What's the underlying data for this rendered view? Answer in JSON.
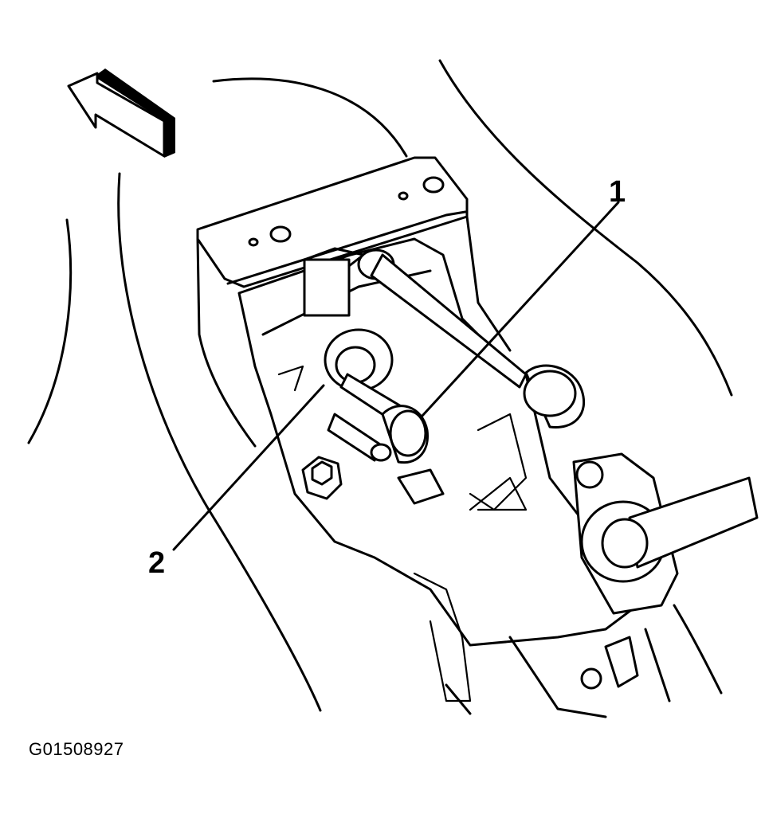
{
  "diagram": {
    "callouts": [
      {
        "label": "1"
      },
      {
        "label": "2"
      }
    ],
    "figure_id": "G01508927"
  }
}
